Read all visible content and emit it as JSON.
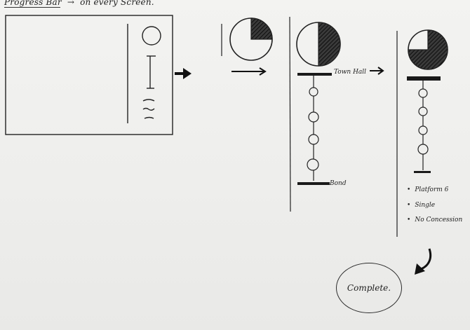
{
  "title": {
    "label": "Progress Bar",
    "arrow": "→",
    "suffix": "on every Screen."
  },
  "stop_labels": {
    "top": "Town Hall",
    "bottom": "Bond"
  },
  "details": [
    "Platform 6",
    "Single",
    "No Concession"
  ],
  "complete_label": "Complete."
}
